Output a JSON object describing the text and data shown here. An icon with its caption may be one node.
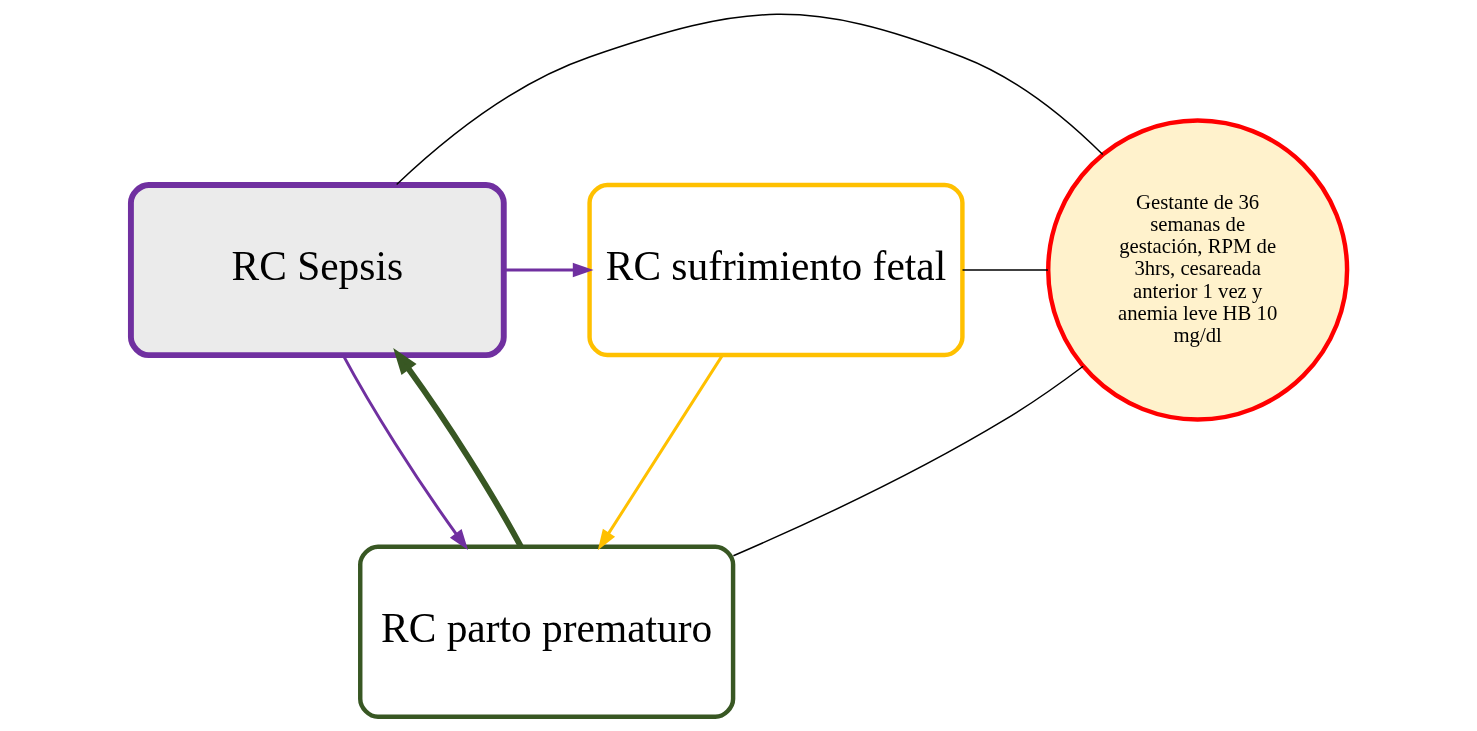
{
  "diagram": {
    "nodes": [
      {
        "text": [
          "RC Sepsis"
        ]
      },
      {
        "text": [
          "RC sufrimiento fetal"
        ]
      },
      {
        "text": [
          "Gestante de 36 semanas de gestación, RPM de 3hrs, cesareada anterior 1 vez y anemia leve HB 10 mg/dl"
        ]
      },
      {
        "text": [
          "RC parto prematuro"
        ]
      }
    ],
    "edges": [
      {
        "from": 0,
        "to": 1,
        "arrow": "to",
        "color": "#7030a0"
      },
      {
        "from": 0,
        "to": 2,
        "arrow": "none"
      },
      {
        "from": 1,
        "to": 2,
        "arrow": "none"
      },
      {
        "from": 0,
        "to": 3,
        "arrow": "to",
        "color": "#7030a0"
      },
      {
        "from": 3,
        "to": 0,
        "arrow": "to",
        "color": "#385723",
        "style": "thick"
      },
      {
        "from": 2,
        "to": 3,
        "arrow": "none"
      },
      {
        "from": 1,
        "to": 3,
        "arrow": "to",
        "color": "#ffc000"
      }
    ]
  }
}
